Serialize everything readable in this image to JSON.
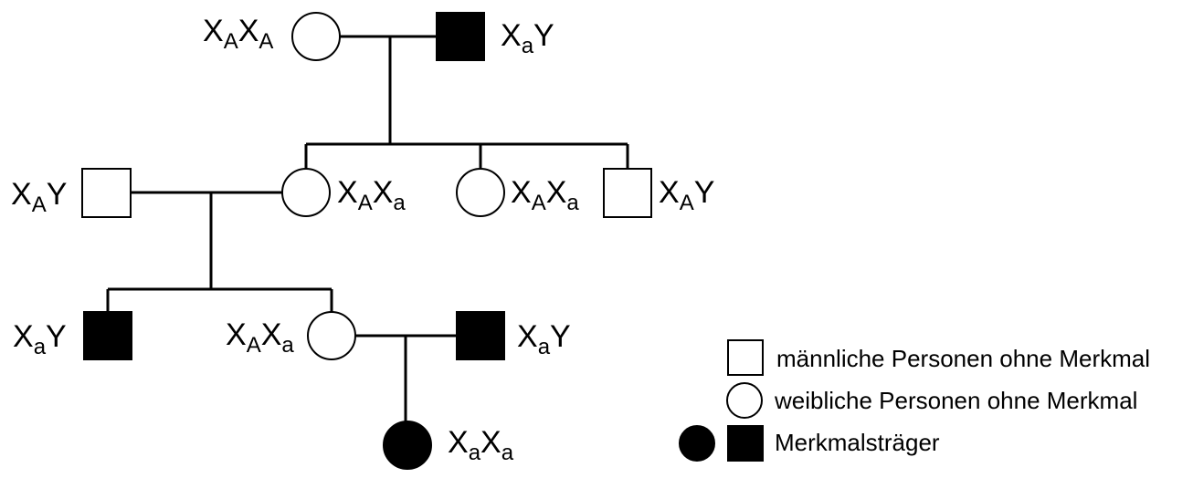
{
  "pedigree": {
    "individuals": [
      {
        "id": "g1-mother",
        "sex": "female",
        "affected": false,
        "genotype": [
          [
            "X",
            "A"
          ],
          [
            "X",
            "A"
          ]
        ]
      },
      {
        "id": "g1-father",
        "sex": "male",
        "affected": true,
        "genotype": [
          [
            "X",
            "a"
          ],
          [
            "Y",
            ""
          ]
        ]
      },
      {
        "id": "g2-husband",
        "sex": "male",
        "affected": false,
        "genotype": [
          [
            "X",
            "A"
          ],
          [
            "Y",
            ""
          ]
        ]
      },
      {
        "id": "g2-daughter-1",
        "sex": "female",
        "affected": false,
        "genotype": [
          [
            "X",
            "A"
          ],
          [
            "X",
            "a"
          ]
        ]
      },
      {
        "id": "g2-daughter-2",
        "sex": "female",
        "affected": false,
        "genotype": [
          [
            "X",
            "A"
          ],
          [
            "X",
            "a"
          ]
        ]
      },
      {
        "id": "g2-son",
        "sex": "male",
        "affected": false,
        "genotype": [
          [
            "X",
            "A"
          ],
          [
            "Y",
            ""
          ]
        ]
      },
      {
        "id": "g3-son",
        "sex": "male",
        "affected": true,
        "genotype": [
          [
            "X",
            "a"
          ],
          [
            "Y",
            ""
          ]
        ]
      },
      {
        "id": "g3-daughter",
        "sex": "female",
        "affected": false,
        "genotype": [
          [
            "X",
            "A"
          ],
          [
            "X",
            "a"
          ]
        ]
      },
      {
        "id": "g3-husband",
        "sex": "male",
        "affected": true,
        "genotype": [
          [
            "X",
            "a"
          ],
          [
            "Y",
            ""
          ]
        ]
      },
      {
        "id": "g4-daughter",
        "sex": "female",
        "affected": true,
        "genotype": [
          [
            "X",
            "a"
          ],
          [
            "X",
            "a"
          ]
        ]
      }
    ]
  },
  "legend": {
    "male_unaffected": "männliche Personen ohne Merkmal",
    "female_unaffected": "weibliche Personen ohne Merkmal",
    "affected": "Merkmalsträger"
  },
  "colors": {
    "stroke": "#000000",
    "affected_fill": "#000000",
    "unaffected_fill": "#ffffff"
  }
}
